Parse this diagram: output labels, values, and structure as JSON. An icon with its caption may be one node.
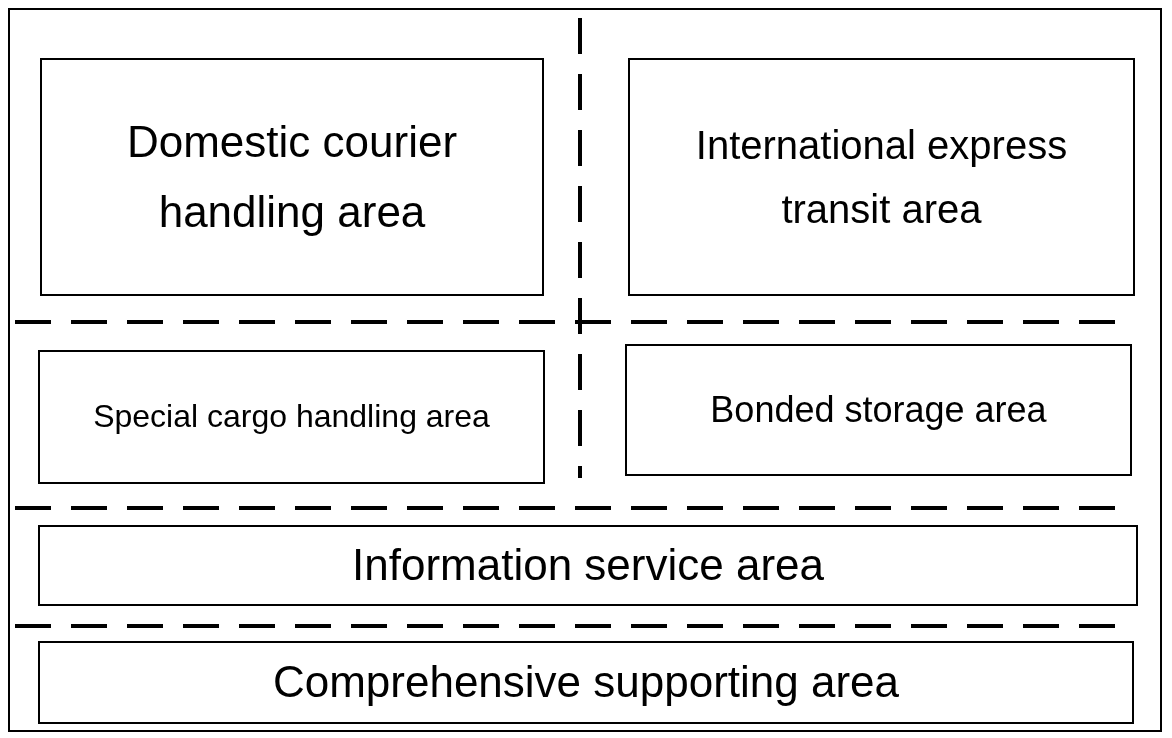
{
  "diagram": {
    "nodes": [
      {
        "text": [
          "Domestic courier handling area"
        ]
      },
      {
        "text": [
          "International express transit area"
        ]
      },
      {
        "text": [
          "Special cargo handling area"
        ]
      },
      {
        "text": [
          "Bonded storage area"
        ]
      },
      {
        "text": [
          "Information service area"
        ]
      },
      {
        "text": [
          "Comprehensive supporting area"
        ]
      }
    ]
  }
}
